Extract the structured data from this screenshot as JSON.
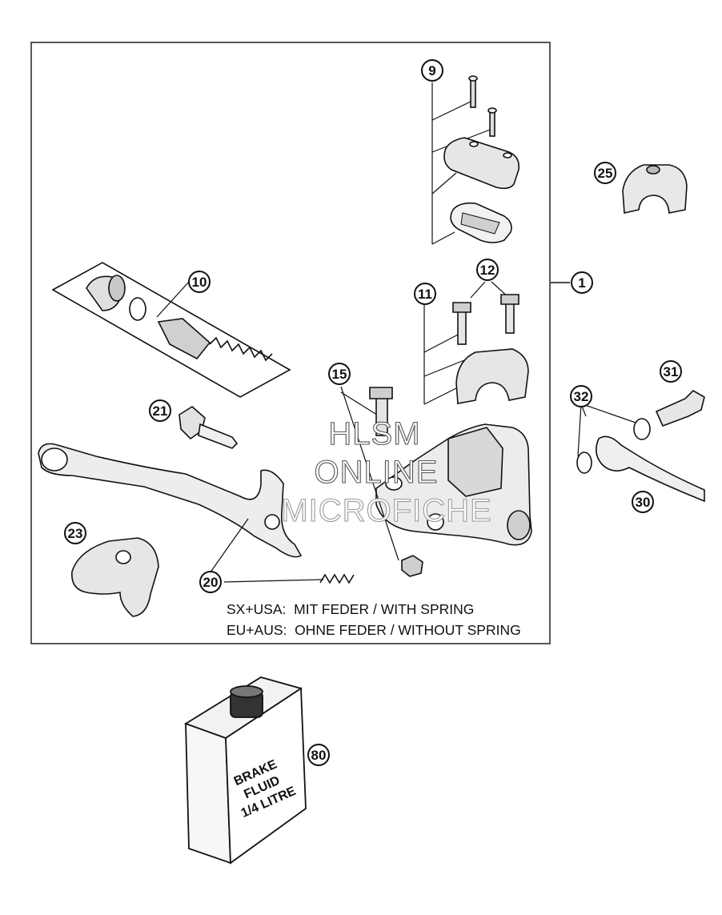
{
  "callouts": {
    "c1": "1",
    "c9": "9",
    "c10": "10",
    "c11": "11",
    "c12": "12",
    "c15": "15",
    "c20": "20",
    "c21": "21",
    "c23": "23",
    "c25": "25",
    "c30": "30",
    "c31": "31",
    "c32": "32",
    "c80": "80"
  },
  "notes": {
    "line1": "SX+USA:  MIT FEDER / WITH SPRING",
    "line2": "EU+AUS:  OHNE FEDER / WITHOUT SPRING"
  },
  "watermark": {
    "line1": "HLSM",
    "line2": "ONLINE",
    "line3": "MICROFICHE"
  },
  "bottle_label": {
    "line1": "BRAKE",
    "line2": "FLUID",
    "line3": "1/4 LITRE"
  }
}
